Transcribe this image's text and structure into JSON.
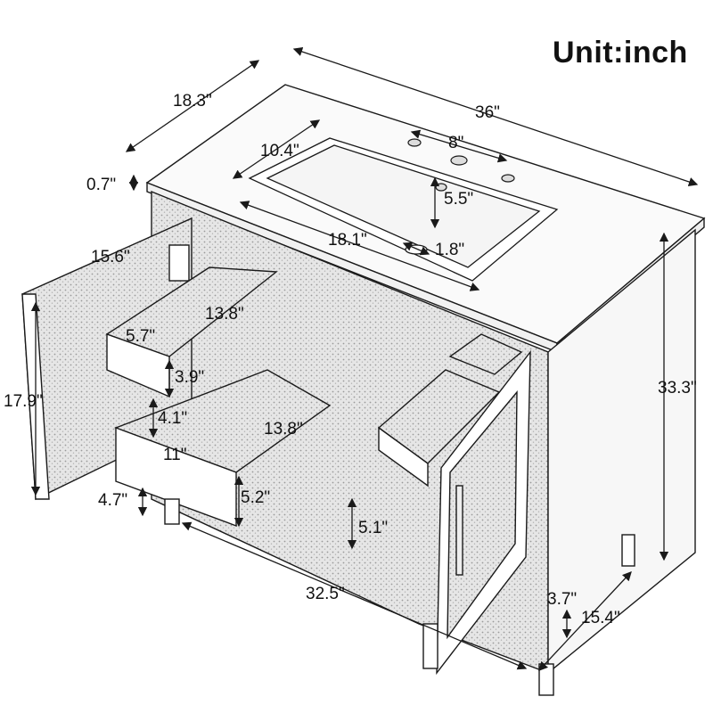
{
  "title": "Unit:inch",
  "dimensions": {
    "depth_top": "18.3\"",
    "width_top": "36\"",
    "faucet_spacing": "8\"",
    "basin_width": "10.4\"",
    "top_thickness": "0.7\"",
    "faucet_to_basin": "5.5\"",
    "basin_length": "18.1\"",
    "drain": "1.8\"",
    "door_width": "15.6\"",
    "drawer_depth_upper": "13.8\"",
    "drawer_width_upper": "5.7\"",
    "drawer_height_upper": "3.9\"",
    "door_height": "17.9\"",
    "shelf_gap": "4.1\"",
    "drawer_depth_lower": "13.8\"",
    "drawer_width_lower": "11\"",
    "leg_height": "4.7\"",
    "drawer_height_lower": "5.2\"",
    "inner_height": "5.1\"",
    "overall_height": "33.3\"",
    "base_width": "32.5\"",
    "leg_height_right": "3.7\"",
    "base_depth": "15.4\""
  },
  "colors": {
    "line": "#1a1a1a",
    "stipple": "#d9d9d9",
    "background": "#ffffff"
  }
}
